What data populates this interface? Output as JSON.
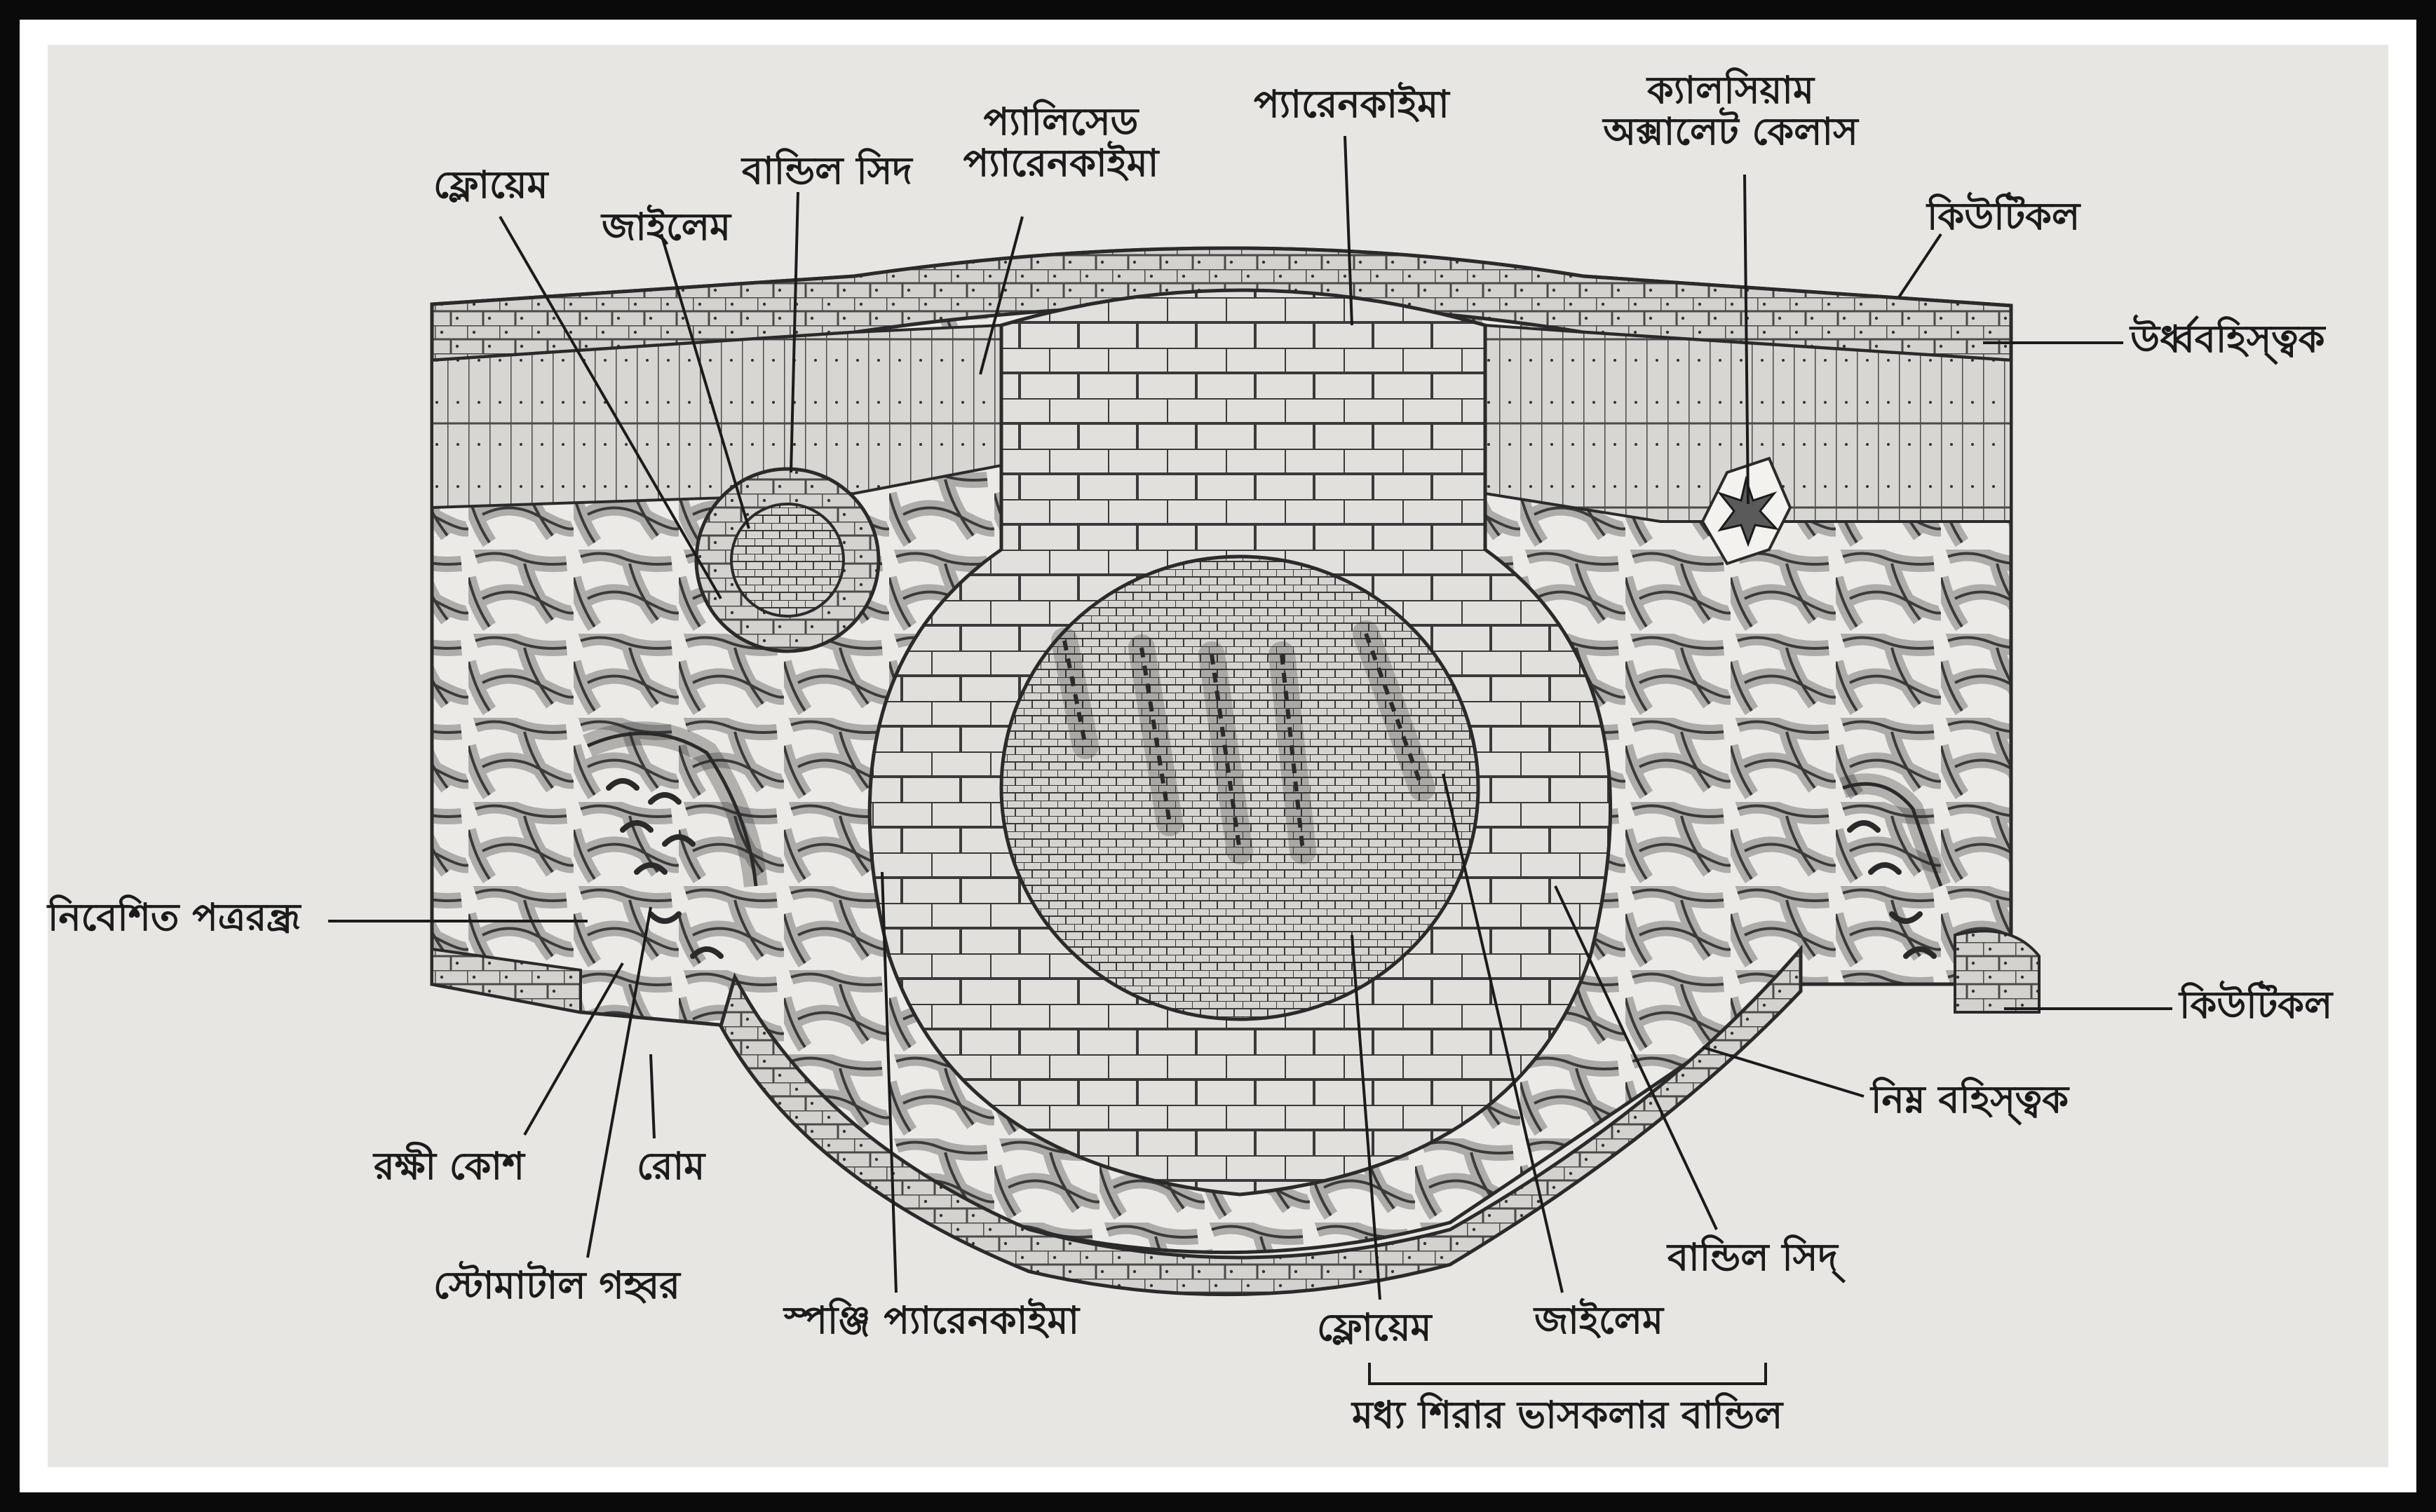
{
  "labels": {
    "phloem_top": "ফ্লোয়েম",
    "xylem_top": "জাইলেম",
    "bundle_sheath_top": "বান্ডিল সিদ",
    "palisade": "প্যালিসেড\nপ্যারেনকাইমা",
    "parenchyma_top": "প্যারেনকাইমা",
    "calcium_oxalate": "ক্যালসিয়াম\nঅক্সালেট কেলাস",
    "cuticle_top": "কিউটিকল",
    "upper_epidermis": "উর্ধ্ববহিস্ত্বক",
    "sunken_stomata": "নিবেশিত পত্ররন্ধ্র",
    "cuticle_right": "কিউটিকল",
    "lower_epidermis": "নিম্ন বহিস্ত্বক",
    "guard_cell": "রক্ষী কোশ",
    "hair": "রোম",
    "stomatal_cavity": "স্টোমাটাল গহ্বর",
    "spongy": "স্পঞ্জি প্যারেনকাইমা",
    "phloem_bottom": "ফ্লোয়েম",
    "xylem_bottom": "জাইলেম",
    "bundle_sheath_bottom": "বান্ডিল সিদ্",
    "midrib_bundle": "মধ্য শিরার ভাসকলার বান্ডিল"
  },
  "colors": {
    "ink": "#1b1b1b",
    "paper": "#e7e6e3",
    "tissue_fill": "#d2d0cc",
    "frame": "#0a0a0a"
  }
}
